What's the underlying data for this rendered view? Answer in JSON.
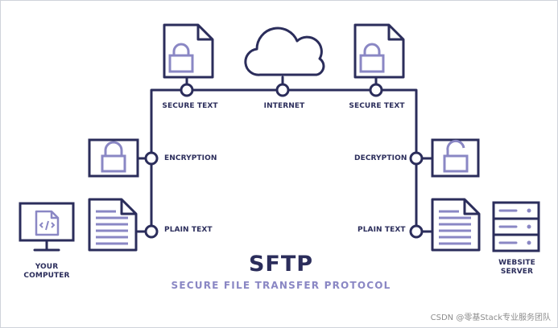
{
  "diagram": {
    "title": "SFTP",
    "subtitle": "SECURE FILE TRANSFER PROTOCOL",
    "labels": {
      "secure_text_left": "SECURE TEXT",
      "internet": "INTERNET",
      "secure_text_right": "SECURE TEXT",
      "encryption": "ENCRYPTION",
      "decryption": "DECRYPTION",
      "plain_text_left": "PLAIN TEXT",
      "plain_text_right": "PLAIN TEXT",
      "your_computer_line1": "YOUR",
      "your_computer_line2": "COMPUTER",
      "website_server_line1": "WEBSITE",
      "website_server_line2": "SERVER"
    },
    "icons": [
      "locked-document-icon",
      "cloud-icon",
      "locked-document-icon",
      "padlock-icon",
      "unlocked-padlock-icon",
      "text-document-icon",
      "text-document-icon",
      "computer-monitor-icon",
      "server-rack-icon"
    ],
    "colors": {
      "line": "#2b2d5b",
      "accent": "#8a87c4",
      "background": "#ffffff"
    }
  },
  "watermark": "CSDN @零基Stack专业服务团队"
}
